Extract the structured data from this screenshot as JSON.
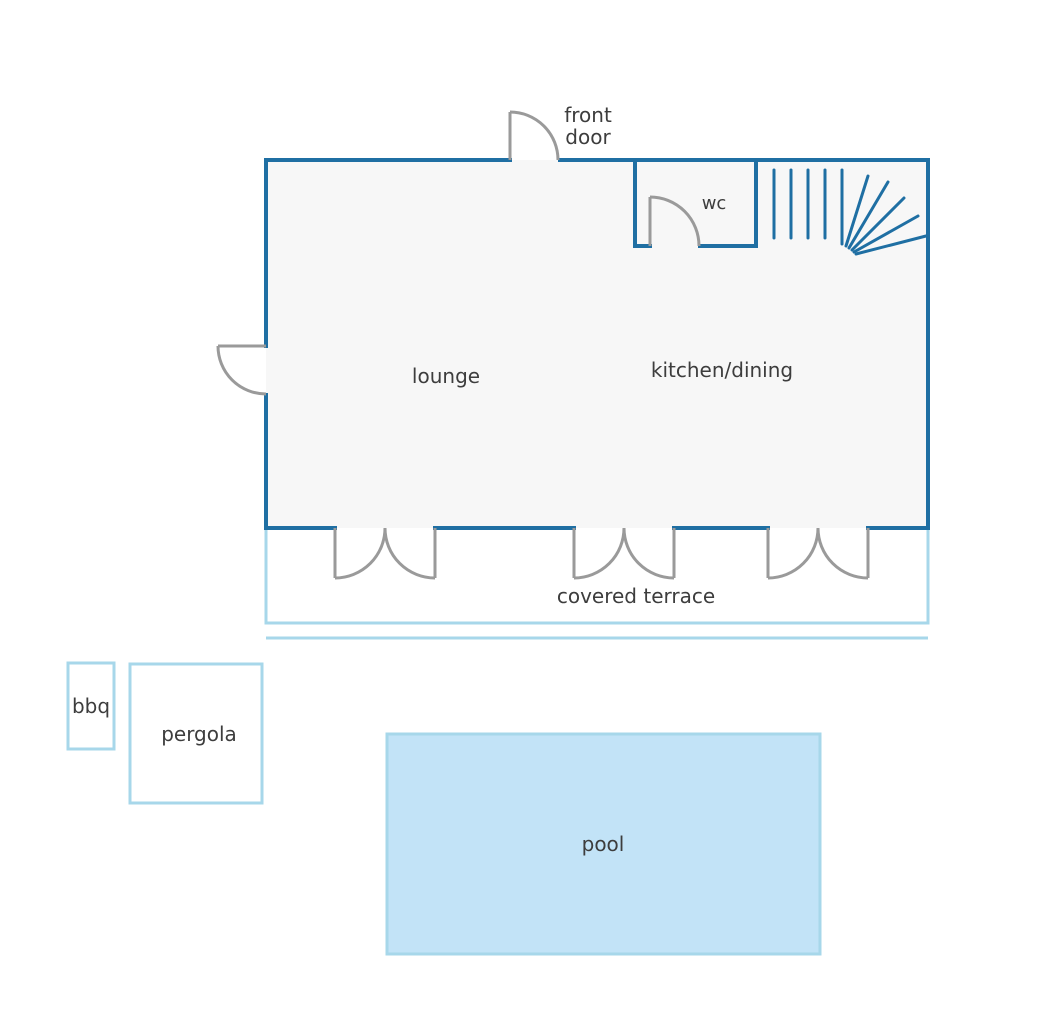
{
  "colors": {
    "wall": "#1f6fa3",
    "floor": "#f7f7f7",
    "outdoor_outline": "#a7d7ea",
    "pool_fill": "#c2e3f7",
    "door": "#9a9a9a",
    "text": "#3d3d3d",
    "background": "#ffffff"
  },
  "labels": {
    "front_door_line1": "front",
    "front_door_line2": "door",
    "wc": "wc",
    "lounge": "lounge",
    "kitchen_dining": "kitchen/dining",
    "covered_terrace": "covered terrace",
    "bbq": "bbq",
    "pergola": "pergola",
    "pool": "pool"
  },
  "icons": {
    "stairs": "spiral-stairs-icon",
    "door_swing": "door-swing-icon"
  }
}
